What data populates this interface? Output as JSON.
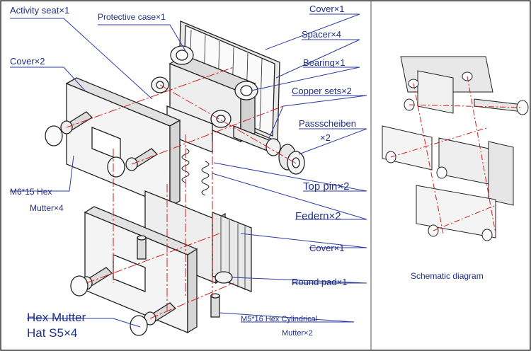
{
  "labels": {
    "activity_seat": "Activity seat×1",
    "protective_case": "Protective case×1",
    "cover_top": "Cover×1",
    "spacer": "Spacer×4",
    "cover_left": "Cover×2",
    "bearing": "Bearing×1",
    "copper_sets": "Copper sets×2",
    "passscheiben_1": "Passscheiben",
    "passscheiben_2": "×2",
    "m6_hex_1": "M6*15 Hex",
    "m6_hex_2": "Mutter×4",
    "top_pin": "Top pin×2",
    "federn": "Federn×2",
    "cover_mid": "Cover×1",
    "round_pad": "Round pad×1",
    "hex_mutter_1": "Hex Mutter",
    "hex_mutter_2": "Hat S5×4",
    "m5_hex_1": "M5*16 Hex Cylindrical",
    "m5_hex_2": "Mutter×2",
    "schematic": "Schematic diagram"
  },
  "colors": {
    "label_blue": "#1f2f86",
    "leader_blue": "#2a3aa0",
    "outline": "#222222",
    "centerline": "#d21e1e",
    "fill_light": "#f2f2f2",
    "fill_mid": "#dcdcdc"
  }
}
